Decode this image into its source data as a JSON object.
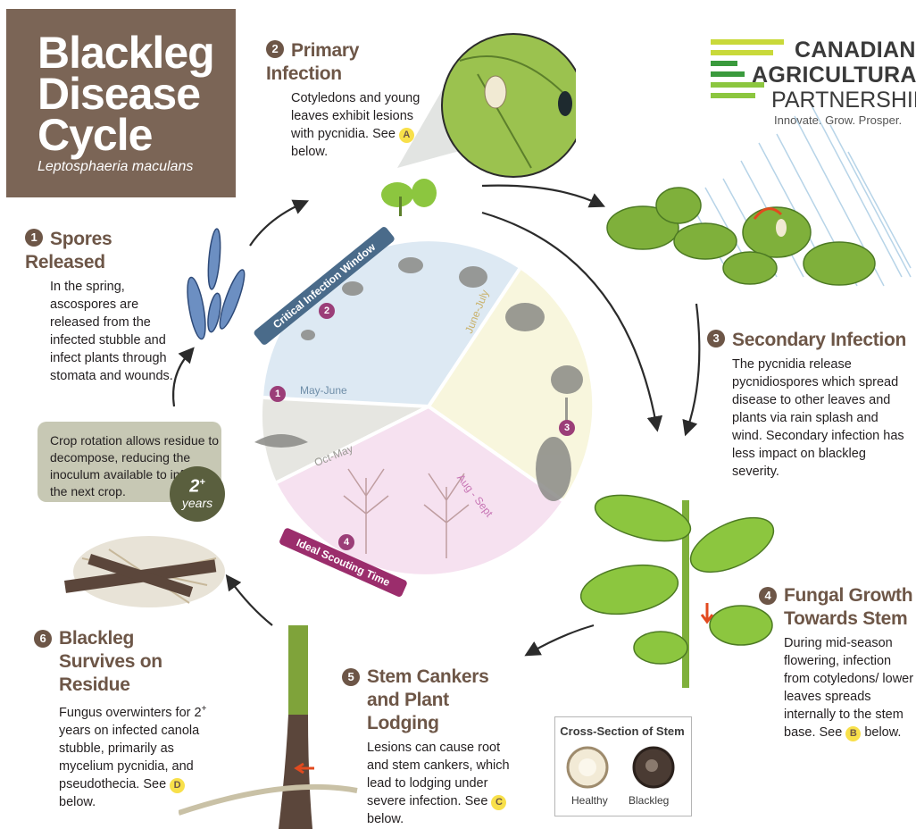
{
  "title": {
    "main": "Blackleg\nDisease\nCycle",
    "scientific_name": "Leptosphaeria maculans"
  },
  "logo": {
    "line1": "CANADIAN",
    "line2": "AGRICULTURAL",
    "line3": "PARTNERSHIP",
    "tagline": "Innovate. Grow. Prosper.",
    "stripe_colors": [
      "#c9d93a",
      "#3a9a3d",
      "#8cc63f"
    ]
  },
  "steps": [
    {
      "number": "1",
      "title": "Spores Released",
      "text": "In the spring, ascospores are released from the infected stubble and infect plants through stomata and wounds."
    },
    {
      "number": "2",
      "title": "Primary Infection",
      "text": "Cotyledons and young leaves exhibit lesions with pycnidia.",
      "see_prefix": "See",
      "see_badge": "A",
      "see_suffix": "below."
    },
    {
      "number": "3",
      "title": "Secondary Infection",
      "text": "The pycnidia release pycnidiospores which spread disease to other leaves and plants via rain splash and wind. Secondary infection has less impact on blackleg severity."
    },
    {
      "number": "4",
      "title": "Fungal Growth Towards Stem",
      "text": "During mid-season flowering, infection from cotyledons/ lower leaves spreads internally to the stem base.",
      "see_prefix": "See",
      "see_badge": "B",
      "see_suffix": "below."
    },
    {
      "number": "5",
      "title": "Stem Cankers and Plant Lodging",
      "text": "Lesions can cause root and stem cankers, which lead to lodging under severe infection.",
      "see_prefix": "See",
      "see_badge": "C",
      "see_suffix": "below."
    },
    {
      "number": "6",
      "title": "Blackleg Survives on Residue",
      "text_pre": "Fungus overwinters for 2",
      "text_sup": "+",
      "text_post": " years on infected canola stubble, primarily as mycelium pycnidia, and pseudothecia.",
      "see_prefix": "See",
      "see_badge": "D",
      "see_suffix": "below."
    }
  ],
  "crop_rotation": {
    "text": "Crop rotation allows residue to decompose, reducing the inoculum available to infect the next crop.",
    "years_number": "2",
    "years_sup": "+",
    "years_label": "years"
  },
  "wheel": {
    "segments": [
      {
        "label": "May-June",
        "number": "2",
        "color": "#dde9f3"
      },
      {
        "label": "June-July",
        "number": "3",
        "color": "#f8f6dd"
      },
      {
        "label": "Aug - Sept",
        "number": "4",
        "color": "#f6e1f0"
      },
      {
        "label": "Oct-May",
        "number": "1",
        "color": "#e6e6e1"
      }
    ],
    "critical_window": "Critical Infection Window",
    "scouting_time": "Ideal Scouting Time",
    "num_color": "#9b3e78",
    "banner_critical_color": "#4a6b8a",
    "banner_scouting_color": "#9b2d6c"
  },
  "cross_section": {
    "title": "Cross-Section of Stem",
    "healthy": "Healthy",
    "blackleg": "Blackleg"
  }
}
